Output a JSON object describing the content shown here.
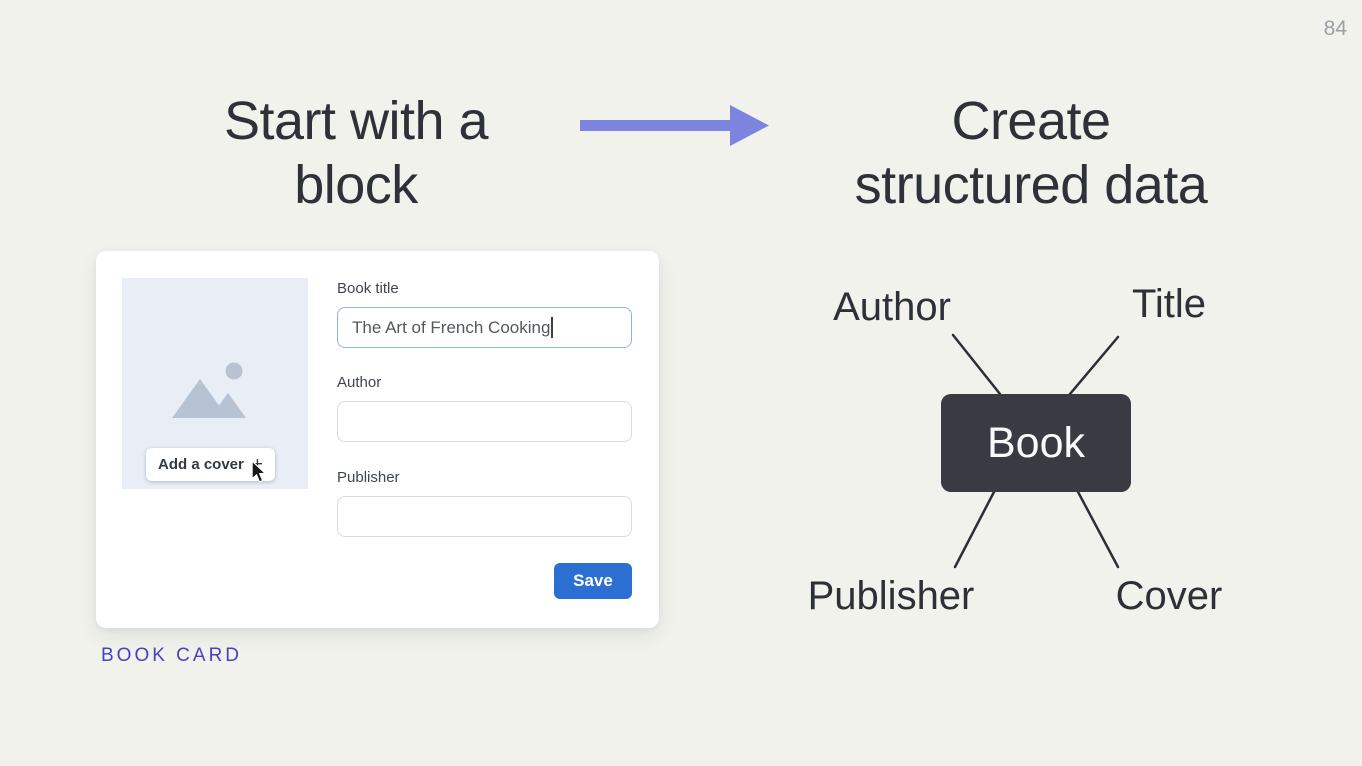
{
  "slide": {
    "number": "84"
  },
  "left_panel": {
    "heading_line1": "Start with a",
    "heading_line2": "block",
    "caption": "BOOK CARD"
  },
  "book_card": {
    "cover_button_label": "Add a cover",
    "cover_button_plus": "+",
    "fields": [
      {
        "label": "Book title",
        "value": "The Art of French Cooking"
      },
      {
        "label": "Author",
        "value": ""
      },
      {
        "label": "Publisher",
        "value": ""
      }
    ],
    "save_label": "Save"
  },
  "right_panel": {
    "heading_line1": "Create",
    "heading_line2": "structured data",
    "diagram": {
      "center_label": "Book",
      "node_labels": [
        "Author",
        "Title",
        "Publisher",
        "Cover"
      ]
    }
  },
  "colors": {
    "background": "#f0f2eb",
    "heading_text": "#2f3138",
    "arrow": "#7d84dd",
    "caption_purple": "#4a40c4",
    "save_blue": "#2b6fd3",
    "book_box": "#3a3a43",
    "focused_input_border": "#8db6ea",
    "cover_placeholder": "#e9eef6",
    "line_stroke": "#2e2f36"
  }
}
